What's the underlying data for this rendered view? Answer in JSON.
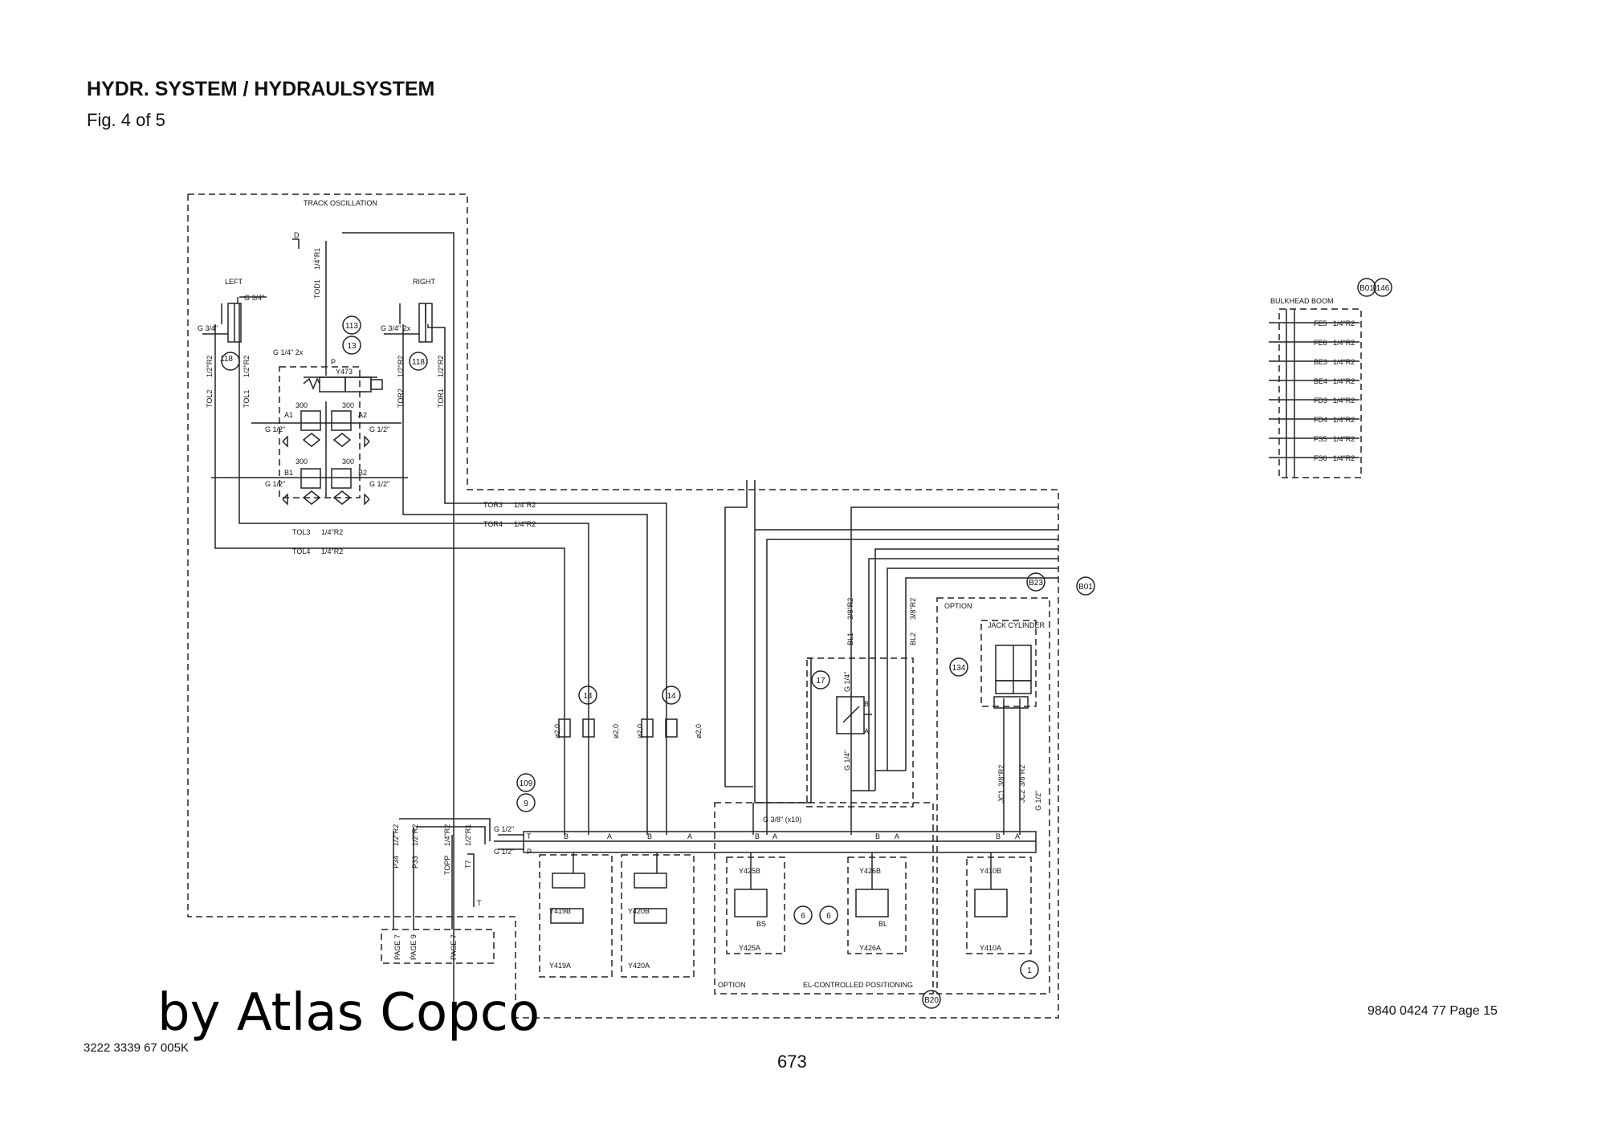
{
  "header": {
    "title": "HYDR. SYSTEM / HYDRAULSYSTEM",
    "subtitle": "Fig. 4 of 5"
  },
  "footer": {
    "watermark": "by Atlas Copco",
    "doc_number": "3222 3339 67  005K",
    "page_ref": "9840 0424 77 Page 15",
    "page_number": "673"
  },
  "diagram": {
    "sections": {
      "track_oscillation": "TRACK OSCILLATION",
      "bulkhead_boom": "BULKHEAD BOOM",
      "jack_cylinder": "JACK CYLINDER",
      "option_upper": "OPTION",
      "option_lower": "OPTION",
      "el_positioning": "EL-CONTROLLED POSITIONING"
    },
    "cylinders": {
      "left": "LEFT",
      "right": "RIGHT"
    },
    "item_numbers": {
      "n118_left": "118",
      "n118_right": "118",
      "n113": "113",
      "n13": "13",
      "n14_a": "14",
      "n14_b": "14",
      "n109": "109",
      "n9": "9",
      "n17": "17",
      "n6_a": "6",
      "n6_b": "6",
      "n134": "134",
      "n1": "1",
      "n146": "146",
      "b01_top": "B01",
      "b01_side": "B01",
      "b23": "B23",
      "b20": "B20"
    },
    "valves": {
      "y473": "Y473",
      "y419b": "Y419B",
      "y419a": "Y419A",
      "y420b": "Y420B",
      "y420a": "Y420A",
      "y425b": "Y425B",
      "y425a": "Y425A",
      "y426b": "Y426B",
      "y426a": "Y426A",
      "y410b": "Y410B",
      "y410a": "Y410A"
    },
    "hoses": {
      "tod1": "TOD1",
      "tol2": "TOL2",
      "tol1": "TOL1",
      "tor2": "TOR2",
      "tor1": "TOR1",
      "tor3": "TOR3",
      "tor4": "TOR4",
      "tol3": "TOL3",
      "tol4": "TOL4",
      "bl1": "BL1",
      "bl2": "BL2",
      "jc1": "JC1",
      "jc2": "JC2",
      "p34": "P34",
      "p33": "P33",
      "topp": "TOPP",
      "t7": "T7"
    },
    "sizes": {
      "r1_quarter": "1/4\"R1",
      "r2_half": "1/2\"R2",
      "r2_quarter": "1/4\"R2",
      "r2_3_8": "3/8\"R2",
      "r1_half": "1/2\"R1",
      "g_3_4": "G 3/4\"",
      "g_3_4_2x": "G 3/4\" 2x",
      "g_1_4_2x": "G 1/4\" 2x",
      "g_1_2": "G 1/2\"",
      "g_1_4": "G 1/4\"",
      "g_3_8_x10": "G 3/8\" (x10)",
      "dia_20": "ø2,0",
      "p300": "300"
    },
    "ports": {
      "p": "P",
      "t": "T",
      "a": "A",
      "b": "B",
      "a1": "A1",
      "a2": "A2",
      "b1": "B1",
      "b2": "B2",
      "d": "D",
      "bs": "BS",
      "bl": "BL"
    },
    "pages": {
      "page7_a": "PAGE 7",
      "page9": "PAGE 9",
      "page7_b": "PAGE 7"
    },
    "bulkhead_hoses": [
      {
        "code": "FE5",
        "size": "1/4\"R2"
      },
      {
        "code": "FE6",
        "size": "1/4\"R2"
      },
      {
        "code": "BE3",
        "size": "1/4\"R2"
      },
      {
        "code": "BE4",
        "size": "1/4\"R2"
      },
      {
        "code": "FD3",
        "size": "1/4\"R2"
      },
      {
        "code": "FD4",
        "size": "1/4\"R2"
      },
      {
        "code": "FS5",
        "size": "1/4\"R2"
      },
      {
        "code": "FS6",
        "size": "1/4\"R2"
      }
    ]
  }
}
